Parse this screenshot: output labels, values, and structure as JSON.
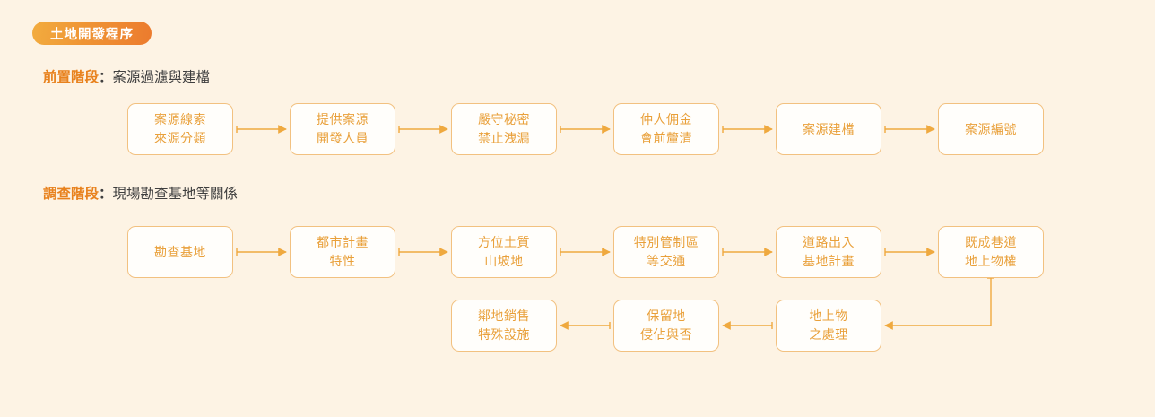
{
  "page": {
    "title_badge": "土地開發程序",
    "background_color": "#FDF3E4",
    "accent_color": "#E8821E",
    "node_text_color": "#E9A03A",
    "node_border_color": "#F2C180",
    "connector_color": "#EFA93F"
  },
  "sections": [
    {
      "stage": "前置階段",
      "colon": "：",
      "description": "案源過濾與建檔",
      "rows": [
        {
          "direction": "left-to-right",
          "nodes": [
            {
              "lines": [
                "案源線索",
                "來源分類"
              ]
            },
            {
              "lines": [
                "提供案源",
                "開發人員"
              ]
            },
            {
              "lines": [
                "嚴守秘密",
                "禁止洩漏"
              ]
            },
            {
              "lines": [
                "仲人佣金",
                "會前釐清"
              ]
            },
            {
              "lines": [
                "案源建檔"
              ]
            },
            {
              "lines": [
                "案源編號"
              ]
            }
          ]
        }
      ]
    },
    {
      "stage": "調查階段",
      "colon": "：",
      "description": "現場勘查基地等關係",
      "rows": [
        {
          "direction": "left-to-right",
          "nodes": [
            {
              "lines": [
                "勘查基地"
              ]
            },
            {
              "lines": [
                "都市計畫",
                "特性"
              ]
            },
            {
              "lines": [
                "方位土質",
                "山坡地"
              ]
            },
            {
              "lines": [
                "特別管制區",
                "等交通"
              ]
            },
            {
              "lines": [
                "道路出入",
                "基地計畫"
              ]
            },
            {
              "lines": [
                "既成巷道",
                "地上物權"
              ]
            }
          ]
        },
        {
          "direction": "right-to-left",
          "nodes": [
            {
              "lines": [
                "鄰地銷售",
                "特殊設施"
              ]
            },
            {
              "lines": [
                "保留地",
                "侵佔與否"
              ]
            },
            {
              "lines": [
                "地上物",
                "之處理"
              ]
            }
          ]
        }
      ]
    }
  ]
}
